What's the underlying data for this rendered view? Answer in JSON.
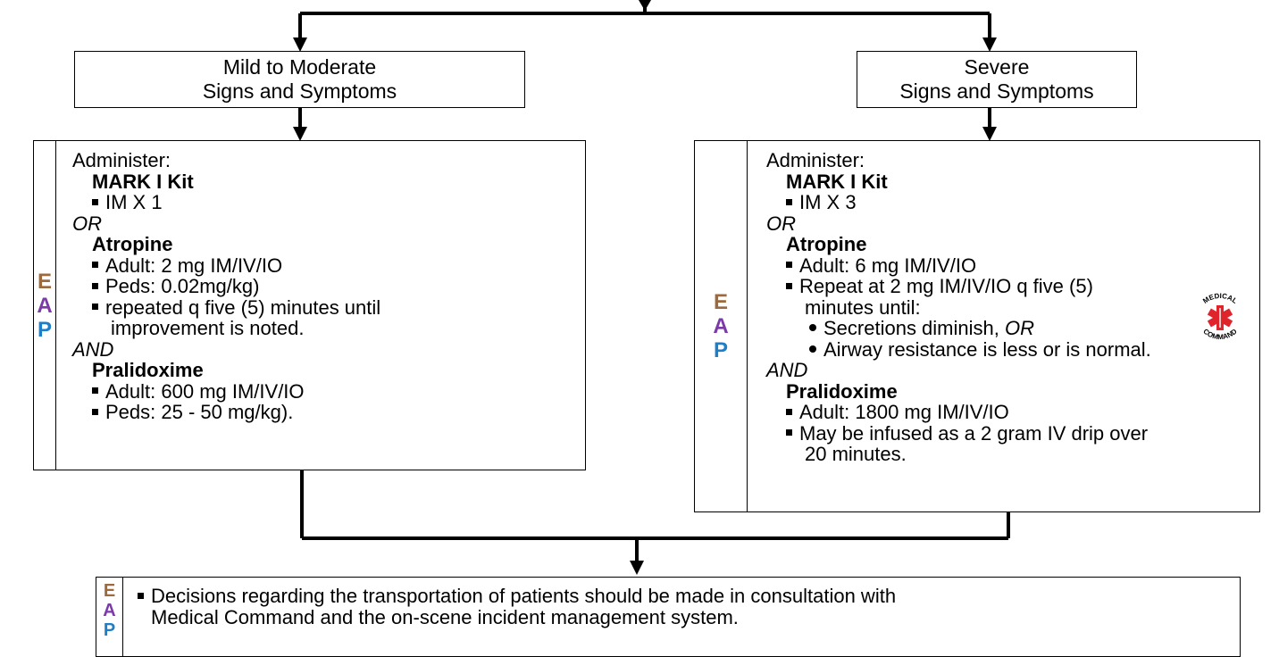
{
  "left_title": {
    "line1": "Mild to Moderate",
    "line2": "Signs and Symptoms"
  },
  "right_title": {
    "line1": "Severe",
    "line2": "Signs and Symptoms"
  },
  "eap": {
    "e": "E",
    "a": "A",
    "p": "P"
  },
  "left_box": {
    "administer": "Administer:",
    "mark_kit": "MARK I Kit",
    "mark_dose": "IM X 1",
    "or": "OR",
    "atropine": "Atropine",
    "atropine_adult": "Adult: 2 mg IM/IV/IO",
    "atropine_peds": "Peds: 0.02mg/kg)",
    "atropine_repeat_1": "repeated q five (5) minutes until",
    "atropine_repeat_2": "improvement is noted.",
    "and": "AND",
    "pralidoxime": "Pralidoxime",
    "prali_adult": "Adult: 600 mg IM/IV/IO",
    "prali_peds": "Peds: 25 - 50 mg/kg)."
  },
  "right_box": {
    "administer": "Administer:",
    "mark_kit": "MARK I Kit",
    "mark_dose": "IM X 3",
    "or": "OR",
    "atropine": "Atropine",
    "atropine_adult": "Adult: 6 mg IM/IV/IO",
    "repeat_1": "Repeat at 2 mg IM/IV/IO q five (5)",
    "repeat_2": "minutes until:",
    "secretions": "Secretions diminish, ",
    "secretions_or": "OR",
    "airway": "Airway resistance is less or is normal.",
    "and": "AND",
    "pralidoxime": "Pralidoxime",
    "prali_adult": "Adult: 1800 mg IM/IV/IO",
    "infuse_1": "May be infused as a 2 gram IV drip over",
    "infuse_2": "20 minutes."
  },
  "badge": {
    "top": "MEDICAL",
    "bottom": "COMMAND"
  },
  "bottom_box": {
    "line1": "Decisions regarding the transportation of patients should be made in consultation with",
    "line2": "Medical Command and the on-scene incident management system."
  },
  "colors": {
    "e": "#9c6a3c",
    "a": "#7a3aa8",
    "p": "#1e7ec8",
    "badge_red": "#e0242b"
  }
}
